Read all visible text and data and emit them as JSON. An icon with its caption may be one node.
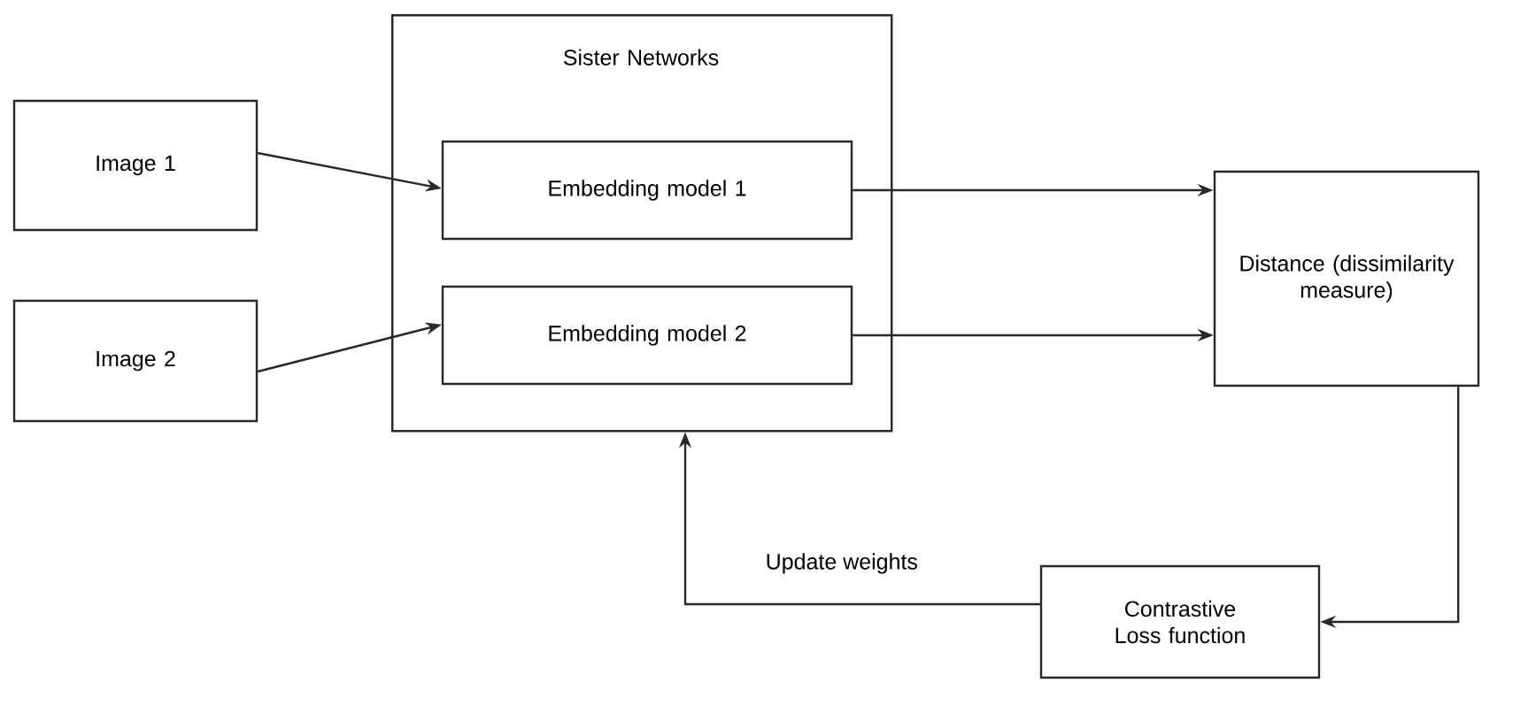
{
  "diagram": {
    "nodes": [
      {
        "text": [
          "Image 1"
        ]
      },
      {
        "text": [
          "Image 2"
        ]
      },
      {
        "text": [
          "Sister Networks"
        ]
      },
      {
        "text": [
          "Embedding model 1"
        ],
        "in": 2
      },
      {
        "text": [
          "Embedding model 2"
        ],
        "in": 2
      },
      {
        "text": [
          "Distance (dissimilarity measure)"
        ]
      },
      {
        "text": [
          "Contrastive Loss function"
        ]
      }
    ],
    "edges": [
      {
        "from": 0,
        "to": 3,
        "arrow": "to"
      },
      {
        "from": 1,
        "to": 4,
        "arrow": "to"
      },
      {
        "from": 3,
        "to": 5,
        "arrow": "to"
      },
      {
        "from": 4,
        "to": 5,
        "arrow": "to"
      },
      {
        "from": 5,
        "to": 6,
        "arrow": "to"
      },
      {
        "from": 6,
        "to": 2,
        "arrow": "to",
        "label": "Update weights"
      }
    ]
  }
}
